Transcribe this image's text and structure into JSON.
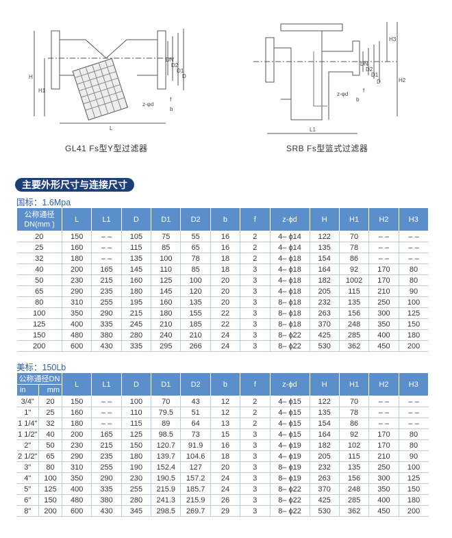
{
  "diagrams": {
    "left": {
      "caption": "GL41 Fs型Y型过滤器",
      "labels": {
        "H": "H",
        "H1": "H1",
        "L": "L",
        "DN": "DN",
        "D2": "D2",
        "D1": "D1",
        "D": "D",
        "zd": "z-φd",
        "f": "f",
        "b": "b"
      }
    },
    "right": {
      "caption": "SRB Fs型篮式过滤器",
      "labels": {
        "H3": "H3",
        "H2": "H2",
        "L1": "L1",
        "DN": "DN",
        "D2": "D2",
        "D1": "D1",
        "D": "D",
        "zd": "z-φd",
        "f": "f",
        "b": "b"
      }
    }
  },
  "section_title": "主要外形尺寸与连接尺寸",
  "table1": {
    "standard": "国标：1.6Mpa",
    "headers": [
      "公称通径\nDN(mm )",
      "L",
      "L1",
      "D",
      "D1",
      "D2",
      "b",
      "f",
      "z-ϕd",
      "H",
      "H1",
      "H2",
      "H3"
    ],
    "rows": [
      [
        "20",
        "150",
        "– –",
        "105",
        "75",
        "55",
        "16",
        "2",
        "4– ϕ14",
        "122",
        "70",
        "– –",
        "– –"
      ],
      [
        "25",
        "160",
        "– –",
        "115",
        "85",
        "65",
        "16",
        "2",
        "4– ϕ14",
        "135",
        "78",
        "– –",
        "– –"
      ],
      [
        "32",
        "180",
        "– –",
        "135",
        "100",
        "78",
        "18",
        "2",
        "4– ϕ18",
        "154",
        "86",
        "– –",
        "– –"
      ],
      [
        "40",
        "200",
        "165",
        "145",
        "110",
        "85",
        "18",
        "3",
        "4– ϕ18",
        "164",
        "92",
        "170",
        "80"
      ],
      [
        "50",
        "230",
        "215",
        "160",
        "125",
        "100",
        "20",
        "3",
        "4– ϕ18",
        "182",
        "1002",
        "170",
        "80"
      ],
      [
        "65",
        "290",
        "235",
        "180",
        "145",
        "120",
        "20",
        "3",
        "4– ϕ18",
        "205",
        "115",
        "210",
        "90"
      ],
      [
        "80",
        "310",
        "255",
        "195",
        "160",
        "135",
        "20",
        "3",
        "8– ϕ18",
        "232",
        "135",
        "250",
        "100"
      ],
      [
        "100",
        "350",
        "290",
        "215",
        "180",
        "155",
        "22",
        "3",
        "8– ϕ18",
        "263",
        "156",
        "300",
        "125"
      ],
      [
        "125",
        "400",
        "335",
        "245",
        "210",
        "185",
        "22",
        "3",
        "8– ϕ18",
        "370",
        "248",
        "350",
        "150"
      ],
      [
        "150",
        "480",
        "380",
        "280",
        "240",
        "210",
        "24",
        "3",
        "8– ϕ22",
        "425",
        "285",
        "400",
        "180"
      ],
      [
        "200",
        "600",
        "430",
        "335",
        "295",
        "266",
        "24",
        "3",
        "8– ϕ22",
        "530",
        "362",
        "450",
        "200"
      ]
    ]
  },
  "table2": {
    "standard": "美标：150Lb",
    "dn_header": "公称通径DN",
    "sub_headers": [
      "in",
      "mm"
    ],
    "headers": [
      "L",
      "L1",
      "D",
      "D1",
      "D2",
      "b",
      "f",
      "z-ϕd",
      "H",
      "H1",
      "H2",
      "H3"
    ],
    "rows": [
      [
        "3/4\"",
        "20",
        "150",
        "– –",
        "100",
        "70",
        "43",
        "12",
        "2",
        "4– ϕ15",
        "122",
        "70",
        "– –",
        "– –"
      ],
      [
        "1\"",
        "25",
        "160",
        "– –",
        "110",
        "79.5",
        "51",
        "12",
        "2",
        "4– ϕ15",
        "135",
        "78",
        "– –",
        "– –"
      ],
      [
        "1 1/4\"",
        "32",
        "180",
        "– –",
        "115",
        "89",
        "64",
        "13",
        "2",
        "4– ϕ15",
        "154",
        "86",
        "– –",
        "– –"
      ],
      [
        "1 1/2\"",
        "40",
        "200",
        "165",
        "125",
        "98.5",
        "73",
        "15",
        "3",
        "4– ϕ15",
        "164",
        "92",
        "170",
        "80"
      ],
      [
        "2\"",
        "50",
        "230",
        "215",
        "150",
        "120.7",
        "91.9",
        "16",
        "3",
        "4– ϕ19",
        "182",
        "102",
        "170",
        "80"
      ],
      [
        "2 1/2\"",
        "65",
        "290",
        "235",
        "180",
        "139.7",
        "104.6",
        "18",
        "3",
        "4– ϕ19",
        "205",
        "115",
        "210",
        "90"
      ],
      [
        "3\"",
        "80",
        "310",
        "255",
        "190",
        "152.4",
        "127",
        "20",
        "3",
        "8– ϕ19",
        "232",
        "135",
        "250",
        "100"
      ],
      [
        "4\"",
        "100",
        "350",
        "290",
        "230",
        "190.5",
        "157.2",
        "24",
        "3",
        "8– ϕ19",
        "263",
        "156",
        "300",
        "125"
      ],
      [
        "5\"",
        "125",
        "400",
        "335",
        "255",
        "215.9",
        "185.7",
        "24",
        "3",
        "8– ϕ22",
        "370",
        "248",
        "350",
        "150"
      ],
      [
        "6\"",
        "150",
        "480",
        "380",
        "280",
        "241.3",
        "215.9",
        "26",
        "3",
        "8– ϕ22",
        "425",
        "285",
        "400",
        "180"
      ],
      [
        "8\"",
        "200",
        "600",
        "430",
        "345",
        "298.5",
        "269.7",
        "29",
        "3",
        "8– ϕ22",
        "530",
        "362",
        "450",
        "200"
      ]
    ]
  }
}
